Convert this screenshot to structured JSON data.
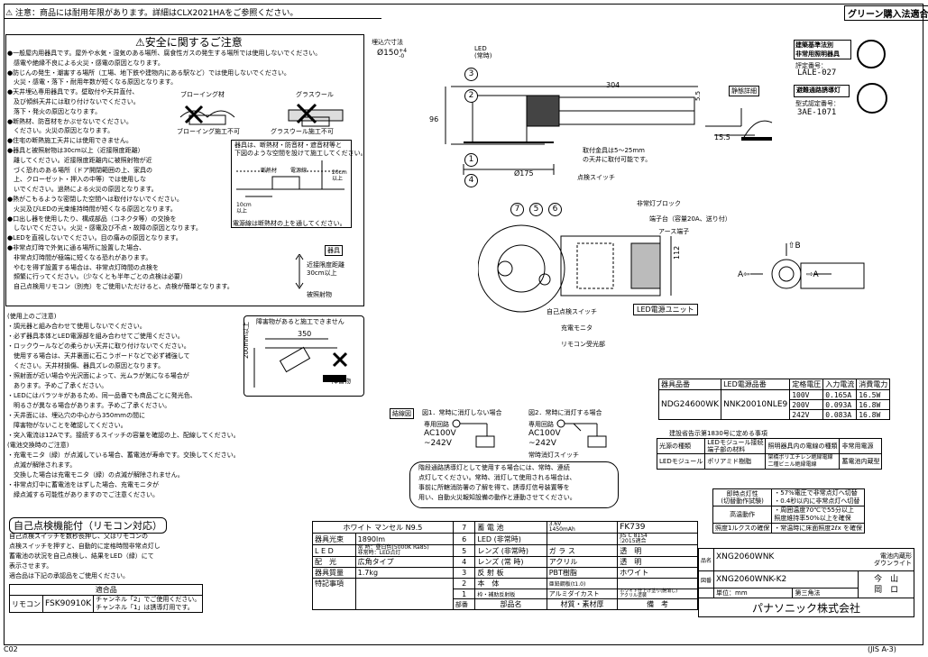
{
  "header": {
    "notice": "注意：商品には耐用年限があります。詳細はCLX2021HAをご参照ください。",
    "green_label": "グリーン購入法適合"
  },
  "safety": {
    "title": "安全に関するご注意",
    "lines": [
      "●一般屋内用器具です。屋外や水気・湿気のある場所、腐食性ガスの発生する場所では使用しないでください。",
      "　感電や絶縁不良による火災・感電の原因となります。",
      "●防じんの発生・潮害する場所（工場、地下鉄や建物内にある駅など）では使用しないでください。",
      "　火災・感電・落下・耐用年数が短くなる原因となります。",
      "●天井埋込専用器具です。壁取付や天井直付、",
      "　及び傾斜天井には取り付けないでください。",
      "　落下・発火の原因となります。",
      "●断熱材、防音材をかぶせないでください。",
      "　ください。火災の原因となります。",
      "●住宅の断熱施工天井には使用できません。",
      "●器具と被照射物は30cm以上（近接限度距離）",
      "　離してください。近接限度距離内に被照射物が近",
      "　づく恐れのある場所（ドア開閉範囲の上、家具の",
      "　上、クローゼット・押入の中等）では使用しな",
      "　いでください。過熱による火災の原因となります。",
      "●熱がこもるような密閉した空間へは取付けないでください。",
      "　火災及びLEDの光束維持時間が短くなる原因となります。",
      "●口出し器を使用したり、構成部品（コネクタ等）の交換を",
      "　しないでください。火災・感電及び不点・故障の原因となります。",
      "●LEDを直視しないでください。目の痛みの原因となります。",
      "●非常点灯時で外気に通る場所に設置した場合、",
      "　非常点灯時間が極端に短くなる恐れがあります。",
      "　やむを得ず設置する場合は、非常点灯時間の点検を",
      "　頻繁に行ってください。（少なくとも半年ごとの点検は必要）",
      "　自己点検用リモコン（別売）をご使用いただけると、点検が簡単となります。"
    ],
    "blowing": "ブローイング材",
    "glasswool": "グラスウール",
    "blowing_ng": "ブローイング施工不可",
    "glasswool_ng": "グラスウール施工不可",
    "insulation_note": "器具は、断熱材・防音材・遮音材等と\n下図のような空間を設けて施工してください。",
    "insul_labels": [
      "断熱材",
      "電源線",
      "10cm\n以上",
      "20cm\n以上"
    ],
    "power_note": "電源線は断熱材の上を通してください。",
    "proximity": "近接限度距離\n30cm以上",
    "irradiated": "被照射物",
    "fixture_tag": "器具"
  },
  "usage": {
    "lines": [
      "(使用上のご注意)",
      "・調光器と組み合わせて使用しないでください。",
      "・必ず器具本体とLED電源部を組み合わせてご使用ください。",
      "・ロックウールなどの柔らかい天井に取り付けないでください。",
      "　使用する場合は、天井裏面に石こうボードなどで必ず補強して",
      "　ください。天井材損傷、器具ズレの原因となります。",
      "・照射面が近い場合や光沢面によって、光ムラが気になる場合が",
      "　あります。予めご了承ください。",
      "・LEDにはバラツキがあるため、同一品番でも商品ごとに発光色、",
      "　明るさが異なる場合があります。予めご了承ください。",
      "・天井面には、埋込穴の中心から350mmの間に",
      "　障害物がないことを確認してください。",
      "・突入電流は12Aです。接続するスイッチの容量を確認の上、配線してください。",
      "(電池交換時のご注意)",
      "・充電モニタ（緑）が点滅している場合、蓄電池が寿命です。交換してください。",
      "　点滅が解除されます。",
      "　交換した場合は充電モニタ（緑）の点滅が解除されません。",
      "・非常点灯中に蓄電池をはずした場合、充電モニタが",
      "　緑点滅する可能性がありますのでご注意ください。"
    ],
    "obstacle_title": "障害物があると施工できません",
    "obstacle_dim": "350",
    "obstacle_depth": "200mm以上",
    "obstacle_label": "障害物"
  },
  "selfcheck": {
    "title": "自己点検機能付（リモコン対応）",
    "lines": [
      "自己点検スイッチを数秒長押し、又はリモコンの",
      "点検スイッチを押すと、自動的に定格時間非常点灯し",
      "蓄電池の状況を自己点検し、結果をLED（緑）にて",
      "表示させます。",
      "適合品は下記の承認品をご使用ください。"
    ],
    "table_header": "適合品",
    "remote_label": "リモコン",
    "remote_model": "FSK90910K",
    "remote_note": "チャンネル「2」でご使用ください。\nチャンネル「1」は誘導灯用です。"
  },
  "drawing": {
    "hole_label": "埋込穴寸法",
    "hole_dim": "Ø150",
    "hole_tol": "+4\n-0",
    "led_label": "LED\n(常時)",
    "dim_304": "304",
    "dim_96": "96",
    "dim_175": "Ø175",
    "mount_note": "取付金具は5～25mm\nの天井に取付可能です。",
    "switch_label": "点検スイッチ",
    "emergency_block": "非常灯ブロック",
    "terminal": "端子台（容量20A、送り付）",
    "ground": "アース端子",
    "dim_112": "112",
    "led_unit": "LED電源ユニット",
    "self_switch": "自己点検スイッチ",
    "charge_monitor": "充電モニタ",
    "remote_rx": "リモコン受光部",
    "static_label": "静態詳細",
    "dim_55": "5.5",
    "dim_155": "15.5",
    "callouts": [
      "1",
      "2",
      "3",
      "4",
      "5",
      "6",
      "7"
    ],
    "arrow_a": "A",
    "arrow_b": "B"
  },
  "certification": {
    "lines": [
      "建築基準法別",
      "非常用照明器具"
    ],
    "reg_no_label": "評定番号：",
    "reg_no": "LALE-027",
    "guide_label": "避難通路誘導灯",
    "type_label": "型式認定番号：",
    "type_no": "3AE-1071"
  },
  "wiring": {
    "tag": "結線図",
    "fig1": "図1．常時に消灯しない場合",
    "fig2": "図2．常時に消灯する場合",
    "dedicated": "専用回路",
    "voltage": "AC100V\n~242V",
    "normal_switch": "常時消灯スイッチ",
    "note": "階段通路誘導灯として使用する場合には、常時、連続\n点灯してください。常時、消灯して使用される場合は、\n事前に所轄消防署の了解を得て、誘導灯信号装置等を\n用い、自動火災報知設備の動作と連動させてください。"
  },
  "spec_table": {
    "headers": [
      "器具品番",
      "LED電源品番",
      "定格電圧",
      "入力電流",
      "消費電力"
    ],
    "fixture": "NDG24600WK",
    "power_unit": "NNK20010NLE9",
    "rows": [
      [
        "100V",
        "0.165A",
        "16.5W"
      ],
      [
        "200V",
        "0.093A",
        "16.8W"
      ],
      [
        "242V",
        "0.083A",
        "16.8W"
      ]
    ]
  },
  "notice_1830": {
    "title": "建設省告示第1830号に定める事項",
    "headers": [
      "光源の種類",
      "LEDモジュール接続\n端子部の材料",
      "照明器具内の電線の種類",
      "非常用電源"
    ],
    "values": [
      "LEDモジュール",
      "ポリアミド樹脂",
      "架橋ポリエチレン絶縁電線\n二種ビニル絶縁電線",
      "蓄電池内蔵型"
    ]
  },
  "performance": {
    "rows": [
      [
        "即時点灯性\n(切替動作試験)",
        "・57%電圧で非常点灯へ切替\n・0.4秒以内に非常点灯へ切替"
      ],
      [
        "高温動作",
        "・周囲温度70℃で55分以上\n照度維持率50%以上を確保"
      ],
      [
        "照度1ルクスの確保",
        "・常温時に床面照度2ℓx を確保"
      ]
    ]
  },
  "title_block": {
    "color_label": "ホワイト マンセル N9.5",
    "rows": [
      {
        "label": "器具光束",
        "value": "1890lm"
      },
      {
        "label": "L E D",
        "value": "常 時：昼白色(5000K Ra85)\n非常時：LED点灯"
      },
      {
        "label": "配　光",
        "value": "広角タイプ"
      },
      {
        "label": "器具質量",
        "value": "1.7kg"
      },
      {
        "label": "特記事項",
        "value": ""
      }
    ],
    "parts": [
      {
        "no": "7",
        "name": "蓄 電 池",
        "material": "3.6V\n1450mAh",
        "note": "FK739"
      },
      {
        "no": "6",
        "name": "LED (非常時)",
        "material": "",
        "note": "JIS C 8154\n:2015適合"
      },
      {
        "no": "5",
        "name": "レンズ (非常時)",
        "material": "ガ ラ ス",
        "note": "透　明"
      },
      {
        "no": "4",
        "name": "レンズ (常 時)",
        "material": "アクリル",
        "note": "透　明"
      },
      {
        "no": "3",
        "name": "反 射 板",
        "material": "PBT樹脂",
        "note": "ホワイト"
      },
      {
        "no": "2",
        "name": "本　体",
        "material": "亜鉛鋼板(t1.0)",
        "note": ""
      },
      {
        "no": "1",
        "name": "枠・補助反射板",
        "material": "アルミダイカスト",
        "note": "ホワイト仕上げ塗り(艶消し)\nアクリル塗装"
      }
    ],
    "parts_header": [
      "部品名",
      "材質・素材厚",
      "備　考"
    ],
    "parts_side": "部番",
    "product_label": "品名",
    "product_no": "XNG2060WNK",
    "product_type": "電池内蔵形\nダウンライト",
    "drawing_label": "図番",
    "drawing_no": "XNG2060WNK-K2",
    "unit": "単位：mm",
    "angle": "第三角法",
    "approve": "今　山\n岡　ロ",
    "company": "パナソニック株式会社"
  },
  "footer": {
    "left": "C02",
    "right": "(JIS A-3)"
  }
}
